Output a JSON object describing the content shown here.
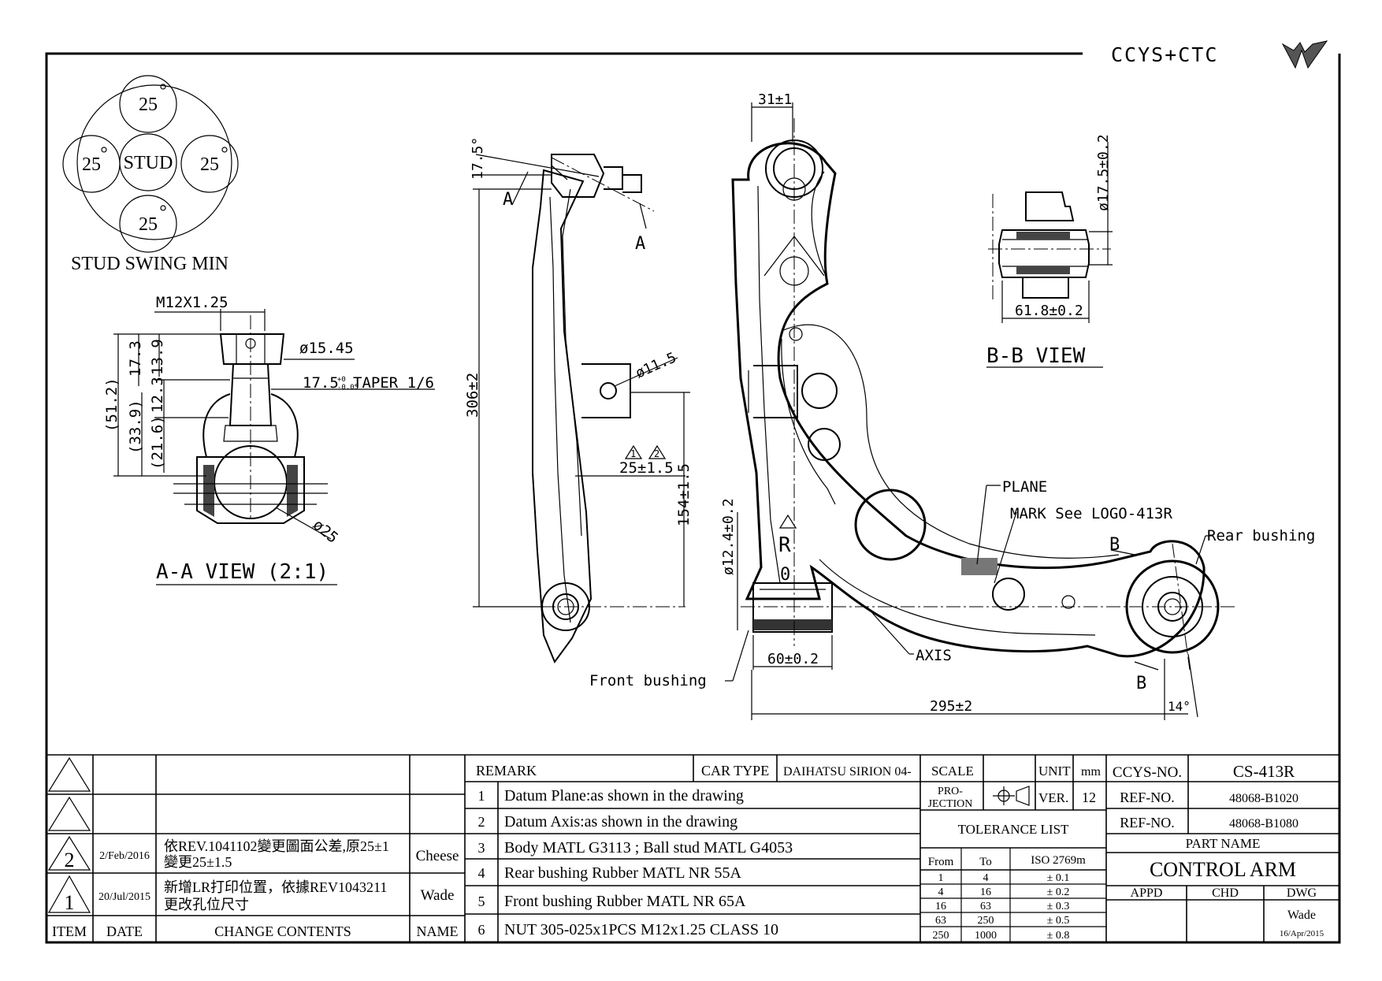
{
  "brand": {
    "logo_text": "CCYS+CTC"
  },
  "stud_swing": {
    "center_label": "STUD",
    "angles": [
      "25",
      "25",
      "25",
      "25"
    ],
    "title": "STUD SWING MIN"
  },
  "aa_view": {
    "title": "A-A VIEW (2:1)",
    "thread": "M12X1.25",
    "dia_top": "ø15.45",
    "taper": "17.5",
    "taper_tol_up": "+0",
    "taper_tol_dn": "-0.05",
    "taper_suffix": "TAPER 1/6",
    "dim_51": "(51.2)",
    "dim_339": "(33.9)",
    "dim_173": "17.3",
    "dim_139": "13.9",
    "dim_123": "12.3",
    "dim_216": "(21.6)",
    "ball_dia": "ø25"
  },
  "side_view": {
    "angle": "17.5°",
    "section_a1": "A",
    "section_a2": "A",
    "height": "306±2",
    "hole_dia": "ø11.5",
    "flag1": "1",
    "flag2": "2",
    "dim_25": "25±1.5",
    "dim_154": "154±1.5"
  },
  "plan_view": {
    "dim_31": "31±1",
    "dim_124": "ø12.4±0.2",
    "mark_r": "R",
    "mark_r_sub": "0",
    "plane": "PLANE",
    "mark": "MARK See LOGO-413R",
    "rear_bushing": "Rear bushing",
    "front_bushing": "Front bushing",
    "axis": "AXIS",
    "section_b1": "B",
    "section_b2": "B",
    "dim_60": "60±0.2",
    "dim_295": "295±2",
    "angle_14": "14°"
  },
  "bb_view": {
    "title": "B-B VIEW",
    "dia": "ø17.5±0.2",
    "width": "61.8±0.2"
  },
  "revisions": {
    "headers": {
      "item": "ITEM",
      "date": "DATE",
      "contents": "CHANGE CONTENTS",
      "name": "NAME"
    },
    "rows": [
      {
        "item": "2",
        "date": "2/Feb/2016",
        "content_line1": "依REV.1041102變更圖面公差,原25±1",
        "content_line2": "變更25±1.5",
        "name": "Cheese"
      },
      {
        "item": "1",
        "date": "20/Jul/2015",
        "content_line1": "新增LR打印位置，依據REV1043211",
        "content_line2": "更改孔位尺寸",
        "name": "Wade"
      }
    ]
  },
  "remarks": {
    "header": "REMARK",
    "car_type_label": "CAR TYPE",
    "car_type": "DAIHATSU SIRION 04-",
    "items": [
      {
        "no": "1",
        "text": "Datum Plane:as shown in the drawing"
      },
      {
        "no": "2",
        "text": "Datum Axis:as shown in the drawing"
      },
      {
        "no": "3",
        "text": "Body MATL G3113 ; Ball stud MATL G4053"
      },
      {
        "no": "4",
        "text": "Rear bushing Rubber MATL NR 55A"
      },
      {
        "no": "5",
        "text": "Front bushing Rubber MATL NR 65A"
      },
      {
        "no": "6",
        "text": "NUT 305-025x1PCS M12x1.25 CLASS 10"
      }
    ]
  },
  "tolerance": {
    "scale_label": "SCALE",
    "unit_label": "UNIT",
    "unit": "mm",
    "projection_line1": "PRO-",
    "projection_line2": "JECTION",
    "ver_label": "VER.",
    "ver": "12",
    "title": "TOLERANCE LIST",
    "col_from": "From",
    "col_to": "To",
    "col_iso": "ISO 2769m",
    "rows": [
      {
        "from": "1",
        "to": "4",
        "tol": "± 0.1"
      },
      {
        "from": "4",
        "to": "16",
        "tol": "± 0.2"
      },
      {
        "from": "16",
        "to": "63",
        "tol": "± 0.3"
      },
      {
        "from": "63",
        "to": "250",
        "tol": "± 0.5"
      },
      {
        "from": "250",
        "to": "1000",
        "tol": "± 0.8"
      }
    ]
  },
  "title_block": {
    "ccys_label": "CCYS-NO.",
    "ccys_no": "CS-413R",
    "ref_label_1": "REF-NO.",
    "ref_no_1": "48068-B1020",
    "ref_label_2": "REF-NO.",
    "ref_no_2": "48068-B1080",
    "part_name_label": "PART NAME",
    "part_name": "CONTROL ARM",
    "appd": "APPD",
    "chd": "CHD",
    "dwg": "DWG",
    "drawn_by": "Wade",
    "drawn_date": "16/Apr/2015"
  }
}
